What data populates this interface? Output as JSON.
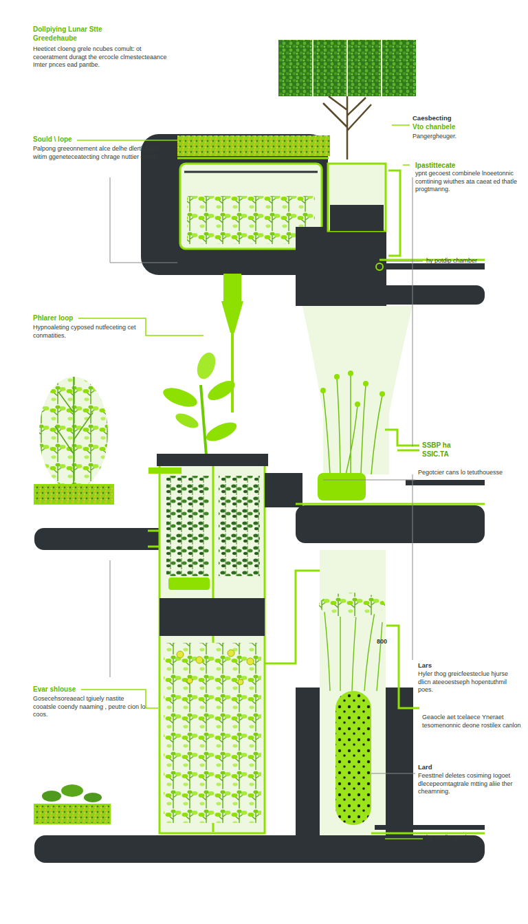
{
  "diagram": {
    "title": "Dollpiying Lunar Stte Greedehaube",
    "labels": [
      "Heeticet cloeng grele ncubes comult: ot ceoeratment duragt the ercocle clmestecteaance Imter pnces ead pantbe.",
      "Sould \\ lope",
      "Palpong greeonnement alce delhe dlerthecenic witim ggeneteceatecting chrage nuttier coess.",
      "Phlarer loop",
      "Hypnoaleting cyposed nutfeceting cet conmatities.",
      "Evar shlouse",
      "Gosecehsoreaeacl tgiuely nastite cooatsle coendy naaming , peutre cion lo coos.",
      "Caesbecting",
      "Vto chanbele",
      "Pangergheuger.",
      "Ipastittecate",
      "ypnt gecoest combinele lnoeetonnic comtining wiuthes ata caeat ed thatle progtmanng.",
      "hy potdip chamber",
      "SSBP ha",
      "SSIC.TA",
      "Pegotcier cans lo tetuthouesse",
      "Lars",
      "Hyler thog greicfeesteclue hjurse dlicn ateeoestseph hopentuthmil poes.",
      "800",
      "Geaocle aet tcelaece Yneraet tesomenonnic deone rostilex canlon",
      "Lard",
      "Feesttnel deletes cosiming Iogoet dlecepeomtagtrale mtting aliie ther cheamning.",
      "hy potdip pamben"
    ]
  }
}
